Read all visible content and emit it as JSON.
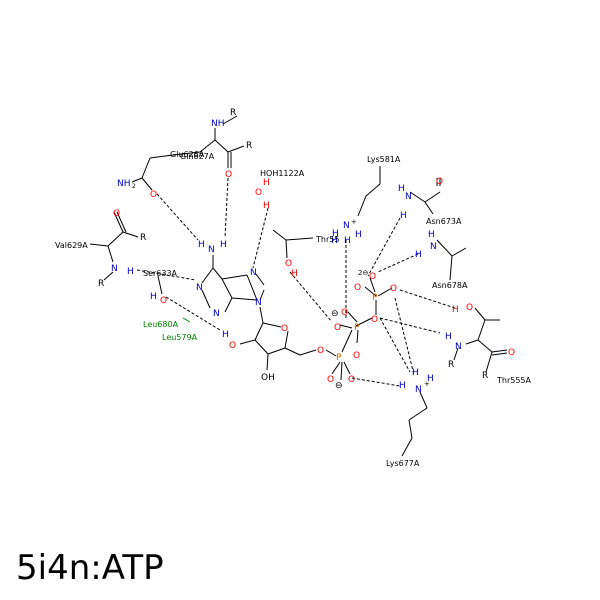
{
  "title": "5i4n:ATP",
  "residues": {
    "glu626": "Glu626A",
    "gln627": "Gln627A",
    "hoh1122": "HOH1122A",
    "lys581": "Lys581A",
    "asn673": "Asn673A",
    "asn678": "Asn678A",
    "val629": "Val629A",
    "ser633": "Ser633A",
    "thr55": "Thr55",
    "leu680": "Leu680A",
    "leu579": "Leu579A",
    "thr555": "Thr555A",
    "lys677": "Lys677A"
  },
  "colors": {
    "nitrogen": "#0000cc",
    "oxygen": "#ff0000",
    "phosphorus": "#cc6600",
    "hydrophobic": "#008000"
  }
}
